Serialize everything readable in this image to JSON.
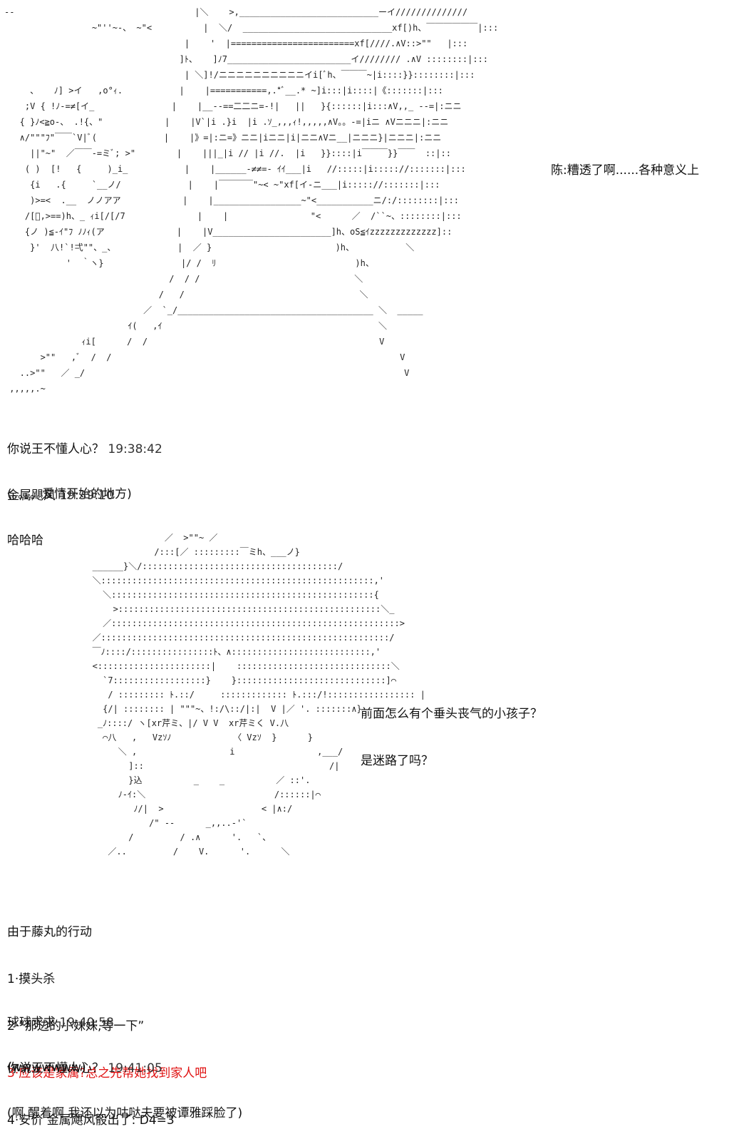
{
  "art": {
    "top_scene_lines": [
      "‐‐                                   |＼    >,___________________________ーイ//////////////",
      "                 ~\"''~-、 ~\"<          |  ＼/  _____________________________xf[)h、￣￣￣￣￣￣|:::",
      "                                   |    '  |========================xf[////.∧V::>\"\"   |:::",
      "                                  ]ﾄ、   ]ﾉ7________________________イ//////// .∧V ::::::::|:::",
      "                                   | ＼]!/ニニニニニニニニニニイi[ﾞh、￣￣￣~|i::::}}::::::::|:::",
      "     、   ﾉ] >イ   ,o°ｨ.           |    |===========,.*ﾞ__.* ~]i:::|i::::|《:::::::|:::",
      "    ;V { !ﾉ-=≠[イ_               |    |__--==二二ニ=-!|   ||   }{::::::|i:::∧V,,_ --=|:ニニ",
      "   { }ﾉ<≧o-、 .!{、\"            |    |V`|i .}i  |i .ｿ_,,,ｨ!,,,,,∧V。。-=|iニ ∧Vニニニ|:ニニ",
      "   ∧/\"\"\"ﾌ\"￣￣`V|ﾞ(             |    |》=|:ニ=》ニニ|iニニ|i|ニニ∧Vニ__|ニニニ}|ニニニ|:ニニ",
      "     ||\"~\"  ／￣￣-=ミﾞ; >\"        |    |||_|i // |i //.  |i   }}::::|i￣￣￣}}￣￣  ::|::",
      "    ( )  [!   {     )_i_           |    |______-≠≠=- ｲｲ___|i   //:::::|i::::://:::::::|:::",
      "     {i   .{     `__ノ/             |    |￣￣￣￣\"~< ~\"xf[イ-ニ___|i::::://:::::::|:::",
      "     )>=<  .__  ノノアア            |    |_________________~\"<___________ニ/:/::::::::|:::",
      "    /[ﾞ,>==)h、_ ｨi[/[/7              |    |                \"<      ／  /``~、::::::::|:::",
      "    {ノ )≦-ｲ\"ﾌ ﾉﾉｨ(ア              |    |V_______________________]h、oS≦ｲzzzzzzzzzzzzz]::",
      "     }'  八!`!弌\"\"、_、            |  ／ }                        )h、          ＼",
      "            '  ｀ヽ}               |/ /  ﾘ                           )h、",
      "                                /  / /                              ＼",
      "                              /   /                                  ＼",
      "                           ／  `_/______________________________________ ＼  _____",
      "                        ｲ(   ,ｲ                                          ＼  ",
      "               ｨi[      /  /                                             V",
      "       >\"\"   ,ﾞ  /  /                                                        V",
      "   ..>\"\"   ／ _/                                                              V",
      " ,,,,,.~                                                                          "
    ],
    "bottom_face_lines": [
      "                 ／  >\"\"~ ／",
      "               /:::[／ :::::::::￣ミh、___ノ}",
      "   ______}＼/::::::::::::::::::::::::::::::::::::::/",
      "   ＼:::::::::::::::::::::::::::::::::::::::::::::::::::::,'",
      "     ＼:::::::::::::::::::::::::::::::::::::::::::::::::::{",
      "       >:::::::::::::::::::::::::::::::::::::::::::::::::::＼_",
      "     ／::::::::::::::::::::::::::::::::::::::::::::::::::::::::>",
      "   ／::::::::::::::::::::::::::::::::::::::::::::::::::::::::/",
      "   ￣ﾉ::::/::::::::::::::::ﾄ、∧:::::::::::::::::::::::::::,'",
      "   <::::::::::::::::::::::|    ::::::::::::::::::::::::::::::＼",
      "     `7::::::::::::::::::}    }:::::::::::::::::::::::::::::]⌒",
      "      / ::::::::: ﾄ.::/     ::::::::::::: ﾄ.:::/!::::::::::::::::: |",
      "     {/| :::::::: | \"\"\"~、!:/\\::/|:|  V |／ '. :::::::∧}",
      "    _ﾉ::::/ ヽ[xr芹ミ、|/ V V  xr芹ミく V.八",
      "     ⌒八   ,   Vzｿﾉ            〈 Vzｿ  }      }",
      "        ＼ ,                  i                ,___/",
      "          ]::                                    /|",
      "          }込          _    _          ／ ::'.",
      "        ﾉ-ｲ:＼                         /::::::|⌒",
      "           ﾉ/|  >                   < |∧:/",
      "              /\" ‐‐      _,,..-'`",
      "          /         / .∧      '.   `、",
      "      ／..         /    V.      '.      ＼"
    ]
  },
  "speech": {
    "chen": "陈:糟透了啊......各种意义上",
    "child_line1": "前面怎么有个垂头丧气的小孩子？",
    "child_line2": "是迷路了吗？"
  },
  "posts": [
    {
      "author": "你说王不懂人心？",
      "time": "19:38:42",
      "lines": [
        "(。。。。爱情开始的地方)"
      ]
    },
    {
      "author": "金属飓风",
      "time": "19:39:10",
      "lines": [
        "哈哈哈"
      ]
    },
    {
      "intro": "由于藤丸的行动",
      "options": [
        "1·摸头杀",
        "2·“那边的小妹妹,等一下”",
        "3·应该是家属?总之先帮她找到家人吧",
        "4·安价 金属飓风骰出了: D4=3"
      ],
      "selected_color": "#e01010"
    },
    {
      "author": "球球求求",
      "time": "19:40:58",
      "lines": [
        "(wwwwwww)"
      ]
    },
    {
      "author": "你说王不懂人心？",
      "time": "19:41:05",
      "lines": [
        "(啊 醒着啊 我还以为咕哒夫要被谭雅踩脸了)"
      ]
    }
  ]
}
